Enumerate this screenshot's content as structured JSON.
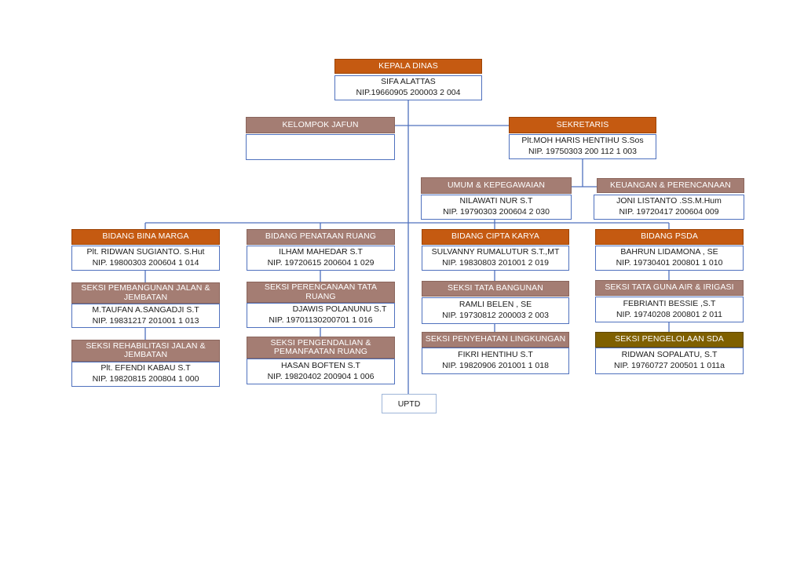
{
  "colors": {
    "header_orange": "#c55a11",
    "header_mauve": "#a47d73",
    "header_olive": "#7f6000",
    "box_border": "#4f71be",
    "connector": "#4f71be"
  },
  "kepala": {
    "title": "KEPALA DINAS",
    "name": "SIFA ALATTAS",
    "nip": "NIP.19660905 200003 2 004"
  },
  "jafun": {
    "title": "KELOMPOK JAFUN"
  },
  "sekretaris": {
    "title": "SEKRETARIS",
    "name": "Plt.MOH HARIS HENTIHU S.Sos",
    "nip": "NIP. 19750303 200 112 1 003"
  },
  "umum": {
    "title": "UMUM &  KEPEGAWAIAN",
    "name": "NILAWATI NUR S.T",
    "nip": "NIP. 19790303 200604 2 030"
  },
  "keuangan": {
    "title": "KEUANGAN & PERENCANAAN",
    "name": "JONI LISTANTO .SS.M.Hum",
    "nip": "NIP. 19720417 200604 009"
  },
  "bina_marga": {
    "title": "BIDANG BINA MARGA",
    "name": "Plt. RIDWAN SUGIANTO. S.Hut",
    "nip": "NIP. 19800303 200604 1 014",
    "seksi1": {
      "title": "SEKSI PEMBANGUNAN JALAN & JEMBATAN",
      "name": "M.TAUFAN A.SANGADJI S.T",
      "nip": "NIP. 19831217 201001 1 013"
    },
    "seksi2": {
      "title": "SEKSI REHABILITASI JALAN & JEMBATAN",
      "name": "Plt. EFENDI KABAU S.T",
      "nip": "NIP. 19820815 200804 1 000"
    }
  },
  "penataan": {
    "title": "BIDANG PENATAAN RUANG",
    "name": "ILHAM MAHEDAR S.T",
    "nip": "NIP. 19720615 200604 1 029",
    "seksi1": {
      "title": "SEKSI PERENCANAAN TATA RUANG",
      "name": "DJAWIS POLANUNU S.T",
      "nip": "NIP. 19701130200701 1 016"
    },
    "seksi2": {
      "title": "SEKSI PENGENDALIAN & PEMANFAATAN RUANG",
      "name": "HASAN BOFTEN S.T",
      "nip": "NIP. 19820402 200904 1 006"
    }
  },
  "cipta": {
    "title": "BIDANG CIPTA KARYA",
    "name": "SULVANNY RUMALUTUR S.T.,MT",
    "nip": "NIP. 19830803 201001 2 019",
    "seksi1": {
      "title": "SEKSI TATA BANGUNAN",
      "name": "RAMLI BELEN , SE",
      "nip": "NIP. 19730812 200003 2 003"
    },
    "seksi2": {
      "title": "SEKSI PENYEHATAN LINGKUNGAN",
      "name": "FIKRI HENTIHU S.T",
      "nip": "NIP. 19820906 201001 1 018"
    }
  },
  "psda": {
    "title": "BIDANG PSDA",
    "name": "BAHRUN LIDAMONA , SE",
    "nip": "NIP. 19730401 200801 1 010",
    "seksi1": {
      "title": "SEKSI TATA GUNA AIR & IRIGASI",
      "name": "FEBRIANTI BESSIE ,S.T",
      "nip": "NIP. 19740208 200801 2 011"
    },
    "seksi2": {
      "title": "SEKSI PENGELOLAAN SDA",
      "name": "RIDWAN SOPALATU, S.T",
      "nip": "NIP. 19760727 200501 1 011a"
    }
  },
  "uptd": {
    "title": "UPTD"
  }
}
